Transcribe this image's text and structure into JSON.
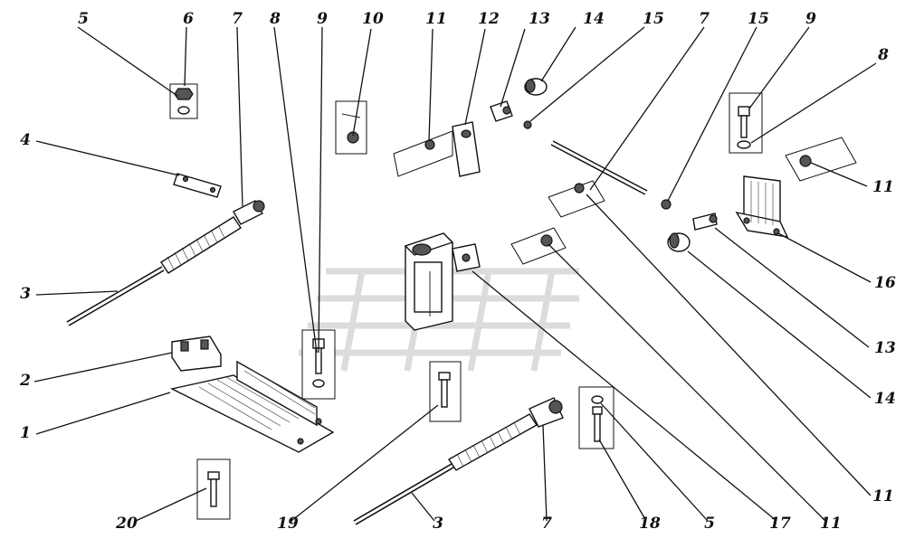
{
  "diagram": {
    "type": "exploded-parts-assembly",
    "callouts": [
      {
        "id": "c5a",
        "label": "5"
      },
      {
        "id": "c6",
        "label": "6"
      },
      {
        "id": "c7a",
        "label": "7"
      },
      {
        "id": "c8a",
        "label": "8"
      },
      {
        "id": "c9a",
        "label": "9"
      },
      {
        "id": "c10",
        "label": "10"
      },
      {
        "id": "c11a",
        "label": "11"
      },
      {
        "id": "c12",
        "label": "12"
      },
      {
        "id": "c13a",
        "label": "13"
      },
      {
        "id": "c14a",
        "label": "14"
      },
      {
        "id": "c15a",
        "label": "15"
      },
      {
        "id": "c7b",
        "label": "7"
      },
      {
        "id": "c15b",
        "label": "15"
      },
      {
        "id": "c9b",
        "label": "9"
      },
      {
        "id": "c8b",
        "label": "8"
      },
      {
        "id": "c4",
        "label": "4"
      },
      {
        "id": "c11b",
        "label": "11"
      },
      {
        "id": "c3a",
        "label": "3"
      },
      {
        "id": "c16",
        "label": "16"
      },
      {
        "id": "c2",
        "label": "2"
      },
      {
        "id": "c13b",
        "label": "13"
      },
      {
        "id": "c14b",
        "label": "14"
      },
      {
        "id": "c1",
        "label": "1"
      },
      {
        "id": "c11c",
        "label": "11"
      },
      {
        "id": "c20",
        "label": "20"
      },
      {
        "id": "c19",
        "label": "19"
      },
      {
        "id": "c3b",
        "label": "3"
      },
      {
        "id": "c7c",
        "label": "7"
      },
      {
        "id": "c18",
        "label": "18"
      },
      {
        "id": "c5b",
        "label": "5"
      },
      {
        "id": "c17",
        "label": "17"
      },
      {
        "id": "c11d",
        "label": "11"
      }
    ]
  }
}
